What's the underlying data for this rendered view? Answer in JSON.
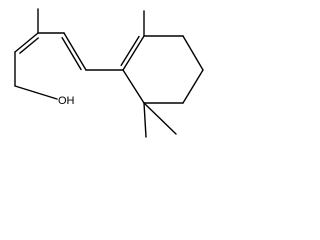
{
  "molecule": {
    "atoms": [
      {
        "id": "o1",
        "element": "O",
        "label": "OH"
      }
    ],
    "bonds": [
      {
        "id": "b1",
        "order": 1
      },
      {
        "id": "b2",
        "order": 2
      },
      {
        "id": "b3",
        "order": 1
      },
      {
        "id": "b4",
        "order": 1
      },
      {
        "id": "b5",
        "order": 2
      },
      {
        "id": "b6",
        "order": 1
      },
      {
        "id": "b7",
        "order": 2
      },
      {
        "id": "b8",
        "order": 1
      },
      {
        "id": "b9",
        "order": 1
      },
      {
        "id": "b10",
        "order": 1
      },
      {
        "id": "b11",
        "order": 1
      },
      {
        "id": "b12",
        "order": 1
      },
      {
        "id": "b13",
        "order": 1
      },
      {
        "id": "b14",
        "order": 1
      },
      {
        "id": "b15",
        "order": 1
      },
      {
        "id": "b16",
        "order": 1
      }
    ]
  }
}
